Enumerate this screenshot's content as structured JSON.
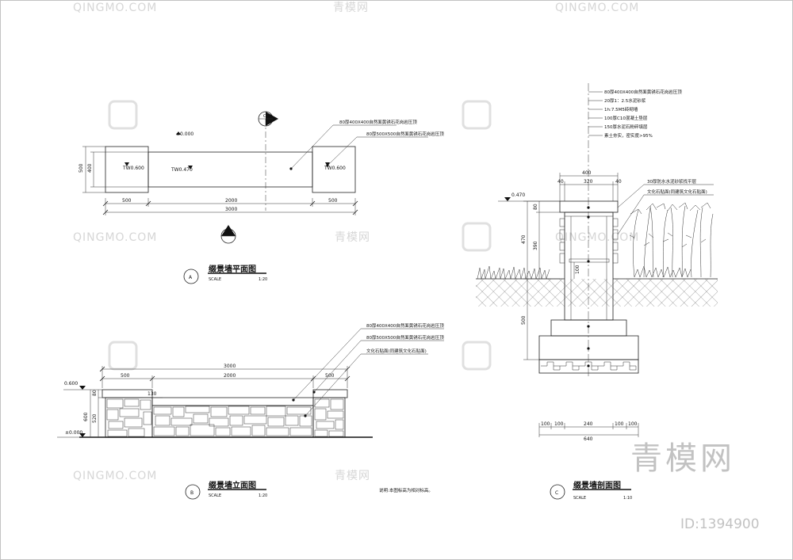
{
  "sheet": {
    "watermark": "QINGMO.COM",
    "watermark_cn": "青模网",
    "brand": "青模网",
    "id_label": "ID:1394900"
  },
  "plan": {
    "marker": "A",
    "title": "缀景墙平面图",
    "scale_label": "SCALE",
    "scale": "1:20",
    "elev": "±0.000",
    "tw_left": "TW0.600",
    "tw_mid": "TW0.470",
    "tw_right": "TW0.600",
    "dim_h1": "500",
    "dim_h2": "400",
    "dim_left": "500",
    "dim_mid": "2000",
    "dim_right": "500",
    "dim_total": "3000",
    "note_1": "80厚400X400自然面黄锈石花岗岩压顶",
    "note_2": "80厚500X500自然面黄锈石花岗岩压顶",
    "section_c": "C",
    "section_b": "B"
  },
  "elevation": {
    "marker": "B",
    "title": "缀景墙立面图",
    "scale_label": "SCALE",
    "scale": "1:20",
    "elev_top": "0.600",
    "elev_base": "±0.000",
    "dim_total": "3000",
    "dim_left": "500",
    "dim_mid": "2000",
    "dim_right": "500",
    "dim_v1": "80",
    "dim_v2": "600",
    "dim_v3": "520",
    "dim_130": "130",
    "note_1": "80厚400X400自然面黄锈石花岗岩压顶",
    "note_2": "80厚500X500自然面黄锈石花岗岩压顶",
    "note_3": "文化石贴面(同建筑文化石贴面)",
    "remark": "说明:本图标高为相对标高。"
  },
  "section": {
    "marker": "C",
    "title": "缀景墙剖面图",
    "scale_label": "SCALE",
    "scale": "1:10",
    "elev": "0.470",
    "layers": [
      "80厚400X400自然面黄锈石花岗岩压顶",
      "20厚1：2.5水泥砂浆",
      "1h:7.5M5砖砌墙",
      "100厚C10混凝土垫层",
      "150厚水泥石粉碎填层",
      "素土夯实，密实度>95%"
    ],
    "note_r1": "30厚防水水泥砂浆找平层",
    "note_r2": "文化石贴面(同建筑文化石贴面)",
    "dim_400": "400",
    "dim_40a": "40",
    "dim_320": "320",
    "dim_40b": "40",
    "dim_80": "80",
    "dim_390": "390",
    "dim_470": "470",
    "dim_100": "100",
    "dim_500": "500",
    "bottom_dims": [
      "100",
      "100",
      "240",
      "100",
      "100"
    ],
    "bottom_total": "640"
  }
}
